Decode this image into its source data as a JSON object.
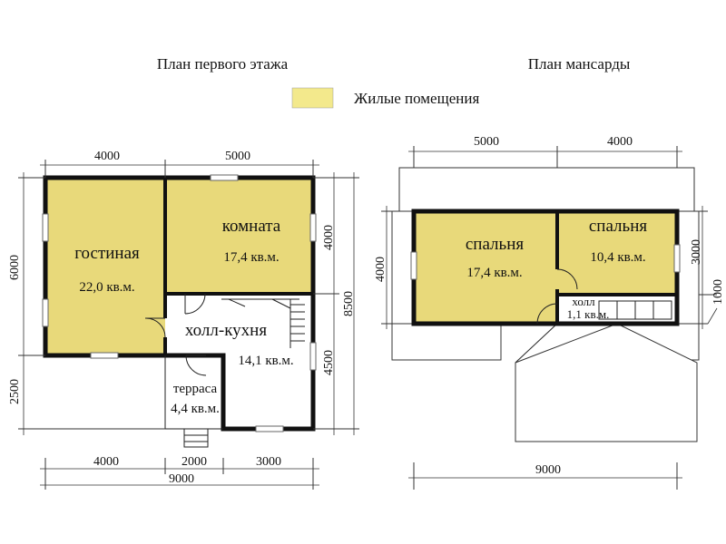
{
  "colors": {
    "living": "#e8d97a",
    "wall": "#111111",
    "background": "#ffffff"
  },
  "titles": {
    "ground": "План первого этажа",
    "attic": "План мансарды"
  },
  "legend": {
    "label": "Жилые помещения",
    "color": "#f3e98c"
  },
  "ground_floor": {
    "rooms": [
      {
        "name": "гостиная",
        "area": "22,0 кв.м."
      },
      {
        "name": "комната",
        "area": "17,4 кв.м."
      },
      {
        "name": "холл-кухня",
        "area": "14,1 кв.м."
      },
      {
        "name": "терраса",
        "area": "4,4 кв.м."
      }
    ],
    "dims": {
      "top_left": "4000",
      "top_right": "5000",
      "left_upper": "6000",
      "left_lower": "2500",
      "right_upper": "4000",
      "right_lower": "4500",
      "right_total": "8500",
      "bottom_left": "4000",
      "bottom_mid": "2000",
      "bottom_right": "3000",
      "bottom_total": "9000"
    }
  },
  "attic": {
    "rooms": [
      {
        "name": "спальня",
        "area": "17,4 кв.м."
      },
      {
        "name": "спальня",
        "area": "10,4 кв.м."
      },
      {
        "name": "холл",
        "area": "1,1 кв.м."
      }
    ],
    "dims": {
      "top_left": "5000",
      "top_right": "4000",
      "left": "4000",
      "right_upper": "3000",
      "right_lower": "1000",
      "bottom_total": "9000"
    }
  }
}
